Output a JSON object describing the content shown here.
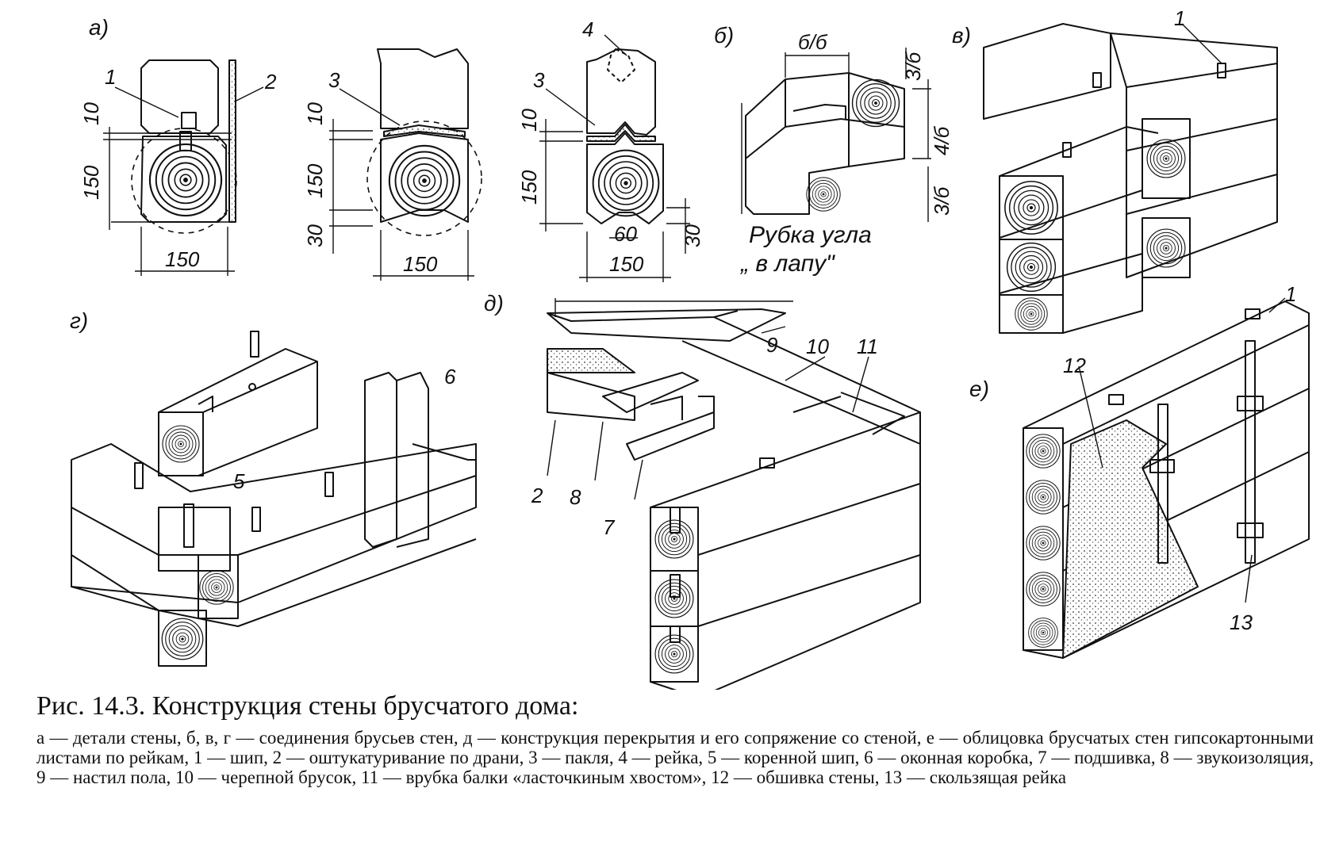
{
  "figure": {
    "panels": {
      "a": "а)",
      "b": "б)",
      "v": "в)",
      "g": "г)",
      "d": "д)",
      "e": "е)"
    },
    "a1": {
      "dims": {
        "gap": "10",
        "height": "150",
        "width": "150"
      },
      "callouts": [
        "1",
        "2"
      ]
    },
    "a2": {
      "dims": {
        "gap": "10",
        "height": "150",
        "bottom": "30",
        "width": "150"
      },
      "callouts": [
        "3"
      ]
    },
    "a3": {
      "dims": {
        "gap": "10",
        "height": "150",
        "groove": "60",
        "bottom": "30",
        "width": "150"
      },
      "callouts": [
        "4",
        "3"
      ]
    },
    "b": {
      "dims": {
        "top": "б/б",
        "r1": "3/б",
        "r2": "4/б",
        "r3": "3/б"
      },
      "label_line1": "Рубка угла",
      "label_line2": "„ в лапу\""
    },
    "v": {
      "callouts": [
        "1"
      ]
    },
    "g": {
      "callouts": [
        "6",
        "5"
      ]
    },
    "d": {
      "callouts": [
        "9",
        "10",
        "11",
        "2",
        "8",
        "7"
      ]
    },
    "e": {
      "callouts": [
        "1",
        "12",
        "13"
      ]
    }
  },
  "caption": {
    "title": "Рис. 14.3. Конструкция стены брусчатого дома:",
    "body": "а — детали стены, б, в, г — соединения брусьев стен, д — конструкция перекрытия и его сопряжение со стеной, е — облицовка брусчатых стен гипсокартонными листами по рейкам, 1 — шип, 2 — оштукатуривание по драни, 3 — пакля, 4 — рейка, 5 — коренной шип, 6 — оконная коробка, 7 — подшивка, 8 — звукоизоляция, 9 — настил пола, 10 — черепной брусок, 11 — врубка балки «ласточкиным хвостом», 12 — обшивка стены, 13 — скользящая рейка"
  },
  "colors": {
    "ink": "#111111",
    "paper": "#ffffff",
    "stipple": "#dcdcdc"
  }
}
